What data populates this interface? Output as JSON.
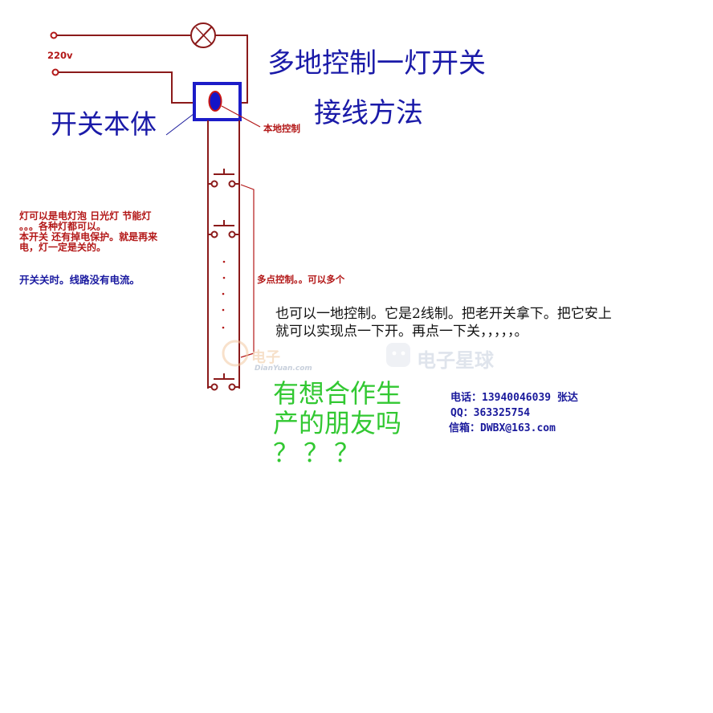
{
  "title_line1": "多地控制一灯开关",
  "title_line2": "接线方法",
  "voltage_label": "220v",
  "switch_body_label": "开关本体",
  "local_control_label": "本地控制",
  "multi_point_label": "多点控制。。可以多个",
  "lamp_note_lines": [
    "灯可以是电灯泡   日光灯  节能灯",
    "。。。各种灯都可以。",
    "本开关  还有掉电保护。就是再来",
    "电，灯一定是关的。"
  ],
  "off_note": "开关关时。线路没有电流。",
  "description": "也可以一地控制。它是2线制。把老开关拿下。把它安上就可以实现点一下开。再点一下关，，，，，。",
  "cooperation_lines": [
    "有想合作生",
    "产的朋友吗",
    "？？？"
  ],
  "contact": {
    "phone": "电话：13940046039 张达",
    "qq": "QQ：363325754",
    "email": "信箱：DWBX@163.com"
  },
  "watermark": {
    "brand_left": "电子",
    "url": "DianYuan.com",
    "brand_right": "电子星球"
  },
  "colors": {
    "wire": "#8b1a1a",
    "switch_frame": "#1c1cc8",
    "switch_knob": "#1414c8",
    "title": "#1a1aa8",
    "green": "#32c832"
  }
}
